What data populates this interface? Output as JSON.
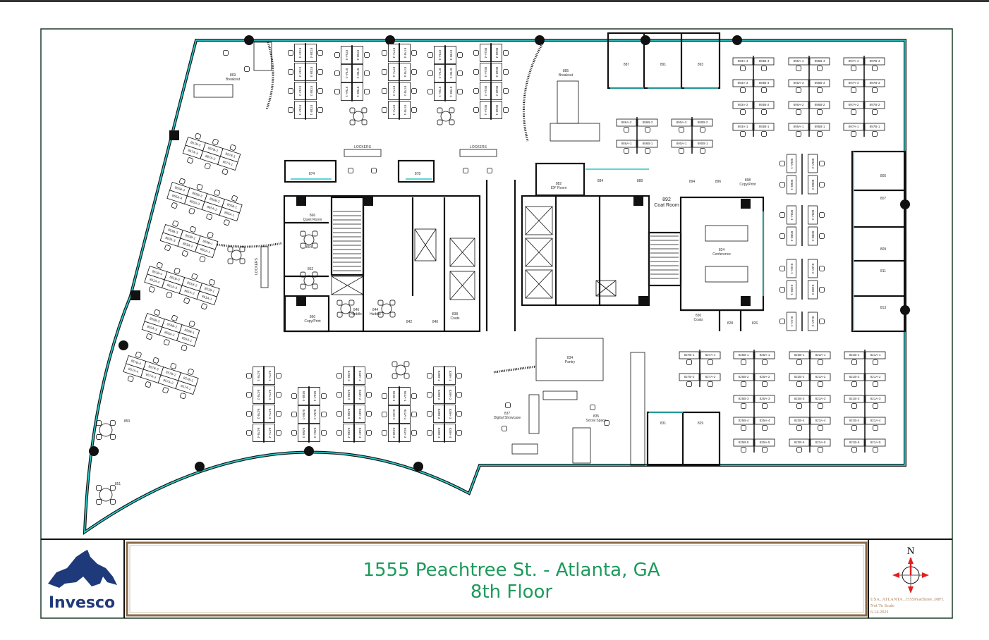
{
  "title_block": {
    "line1": "1555 Peachtree St. - Atlanta, GA",
    "line2": "8th Floor",
    "logo_text": "Invesco",
    "compass_label": "N",
    "drawing_id": "USA_ATLANTA_1555Peachtree_08FL",
    "scale_note": "Not To Scale",
    "date": "6.14.2021"
  },
  "colors": {
    "title_text": "#1e9a5c",
    "glazing": "#2cc6c6",
    "logo": "#1f3a7a",
    "title_border": "#8b6b4a",
    "compass": "#e02020"
  },
  "rooms": [
    {
      "number": "869",
      "name": "Breakout"
    },
    {
      "number": "885",
      "name": "Breakout"
    },
    {
      "number": "887",
      "name": ""
    },
    {
      "number": "891",
      "name": ""
    },
    {
      "number": "893",
      "name": ""
    },
    {
      "number": "874",
      "name": ""
    },
    {
      "number": "878",
      "name": ""
    },
    {
      "number": "882",
      "name": "IDF Room"
    },
    {
      "number": "884",
      "name": ""
    },
    {
      "number": "888",
      "name": ""
    },
    {
      "number": "892",
      "name": "Coat Room"
    },
    {
      "number": "894",
      "name": ""
    },
    {
      "number": "896",
      "name": ""
    },
    {
      "number": "898",
      "name": "Copy/Print"
    },
    {
      "number": "824",
      "name": "Conference"
    },
    {
      "number": "830",
      "name": "Coats"
    },
    {
      "number": "828",
      "name": ""
    },
    {
      "number": "826",
      "name": ""
    },
    {
      "number": "866",
      "name": "Quiet Room"
    },
    {
      "number": "864",
      "name": ""
    },
    {
      "number": "862",
      "name": ""
    },
    {
      "number": "860",
      "name": "Copy/Print"
    },
    {
      "number": "846",
      "name": "Huddle"
    },
    {
      "number": "844",
      "name": "Huddle"
    },
    {
      "number": "842",
      "name": ""
    },
    {
      "number": "840",
      "name": ""
    },
    {
      "number": "838",
      "name": "Coats"
    },
    {
      "number": "834",
      "name": "Pantry"
    },
    {
      "number": "837",
      "name": "Digital Showcase"
    },
    {
      "number": "835",
      "name": "Social Space"
    },
    {
      "number": "831",
      "name": ""
    },
    {
      "number": "829",
      "name": ""
    },
    {
      "number": "805",
      "name": ""
    },
    {
      "number": "807",
      "name": ""
    },
    {
      "number": "809",
      "name": ""
    },
    {
      "number": "811",
      "name": ""
    },
    {
      "number": "813",
      "name": ""
    },
    {
      "number": "853",
      "name": ""
    },
    {
      "number": "851",
      "name": ""
    }
  ],
  "lockers": [
    "LOCKERS",
    "LOCKERS",
    "LOCKERS"
  ],
  "workstation_clusters": [
    {
      "id": "873",
      "left": [
        "873A-4",
        "873A-3",
        "873A-2",
        "873A-1"
      ],
      "right": [
        "873B-4",
        "873B-3",
        "873B-2",
        "873B-1"
      ]
    },
    {
      "id": "875",
      "left": [
        "875A-3",
        "875A-2",
        "875A-1"
      ],
      "right": [
        "875B-3",
        "875B-2",
        "875B-1"
      ]
    },
    {
      "id": "877",
      "left": [
        "877A-4",
        "877A-3",
        "877A-2",
        "877A-1"
      ],
      "right": [
        "877B-4",
        "877B-3",
        "877B-2",
        "877B-1"
      ]
    },
    {
      "id": "879",
      "left": [
        "879A-3",
        "879A-2",
        "879A-1"
      ],
      "right": [
        "879B-3",
        "879B-2",
        "879B-1"
      ]
    },
    {
      "id": "881",
      "left": [
        "881A-4",
        "881A-3",
        "881A-2",
        "881A-1"
      ],
      "right": [
        "881B-4",
        "881B-3",
        "881B-2",
        "881B-1"
      ]
    },
    {
      "id": "847",
      "left": [
        "847B-1",
        "847B-2",
        "847B-3",
        "847B-4"
      ],
      "right": [
        "847A-1",
        "847A-2",
        "847A-3",
        "847A-4"
      ]
    },
    {
      "id": "845",
      "left": [
        "845B-1",
        "845B-2",
        "845B-3"
      ],
      "right": [
        "845A-1",
        "845A-2",
        "845A-3"
      ]
    },
    {
      "id": "843",
      "left": [
        "843B-1",
        "843B-2",
        "843B-3",
        "843B-4"
      ],
      "right": [
        "843A-1",
        "843A-2",
        "843A-3",
        "843A-4"
      ]
    },
    {
      "id": "841",
      "left": [
        "841B-1",
        "841B-2",
        "841B-3"
      ],
      "right": [
        "841A-1",
        "841A-2",
        "841A-3"
      ]
    },
    {
      "id": "839",
      "left": [
        "839B-1",
        "839B-2",
        "839B-3",
        "839B-4"
      ],
      "right": [
        "839A-1",
        "839A-2",
        "839A-3",
        "839A-4"
      ]
    },
    {
      "id": "893",
      "left": [
        "893A-4",
        "893A-3",
        "893A-2",
        "893A-1"
      ],
      "right": [
        "893B-4",
        "893B-3",
        "893B-2",
        "893B-1"
      ]
    },
    {
      "id": "895",
      "left": [
        "895A-4",
        "895A-3",
        "895A-2",
        "895A-1"
      ],
      "right": [
        "895B-4",
        "895B-3",
        "895B-2",
        "895B-1"
      ]
    },
    {
      "id": "897",
      "left": [
        "897A-4",
        "897A-3",
        "897A-2",
        "897A-1"
      ],
      "right": [
        "897B-4",
        "897B-3",
        "897B-2",
        "897B-1"
      ]
    },
    {
      "id": "886",
      "left": [
        "886A-2",
        "886A-1"
      ],
      "right": [
        "886B-2",
        "886B-1"
      ]
    },
    {
      "id": "890",
      "left": [
        "890A-2",
        "890A-1"
      ],
      "right": [
        "890B-2",
        "890B-1"
      ]
    },
    {
      "id": "827",
      "left": [
        "827B-1",
        "827B-2"
      ],
      "right": [
        "827A-1",
        "827A-2"
      ]
    },
    {
      "id": "825",
      "left": [
        "825B-1",
        "825B-2",
        "825B-3",
        "825B-4",
        "825B-5"
      ],
      "right": [
        "825A-1",
        "825A-2",
        "825A-3",
        "825A-4",
        "825A-5"
      ]
    },
    {
      "id": "823",
      "left": [
        "823B-1",
        "823B-2",
        "823B-3",
        "823B-4",
        "823B-5"
      ],
      "right": [
        "823A-1",
        "823A-2",
        "823A-3",
        "823A-4",
        "823A-5"
      ]
    },
    {
      "id": "821",
      "left": [
        "821B-1",
        "821B-2",
        "821B-3",
        "821B-4",
        "821B-5"
      ],
      "right": [
        "821A-1",
        "821A-2",
        "821A-3",
        "821A-4",
        "821A-5"
      ]
    },
    {
      "id": "806",
      "left": [
        "806A-1",
        "806B-1"
      ],
      "right": [
        "806A-2",
        "806B-2"
      ]
    },
    {
      "id": "808",
      "left": [
        "808A-1",
        "808B-1"
      ],
      "right": [
        "808A-2",
        "808B-2"
      ]
    },
    {
      "id": "810",
      "left": [
        "810A-1",
        "810B-1"
      ],
      "right": [
        "810A-2",
        "810B-2"
      ]
    },
    {
      "id": "812",
      "left": [
        "812A-1"
      ],
      "right": [
        "812A-2"
      ]
    },
    {
      "id": "867",
      "left": [
        "867B-3",
        "867B-2",
        "867B-1"
      ],
      "right": [
        "867A-3",
        "867A-2",
        "867A-1"
      ]
    },
    {
      "id": "865",
      "left": [
        "865B-4",
        "865B-3",
        "865B-2",
        "865B-1"
      ],
      "right": [
        "865A-4",
        "865A-3",
        "865A-2",
        "865A-1"
      ]
    },
    {
      "id": "863",
      "left": [
        "863B-3",
        "863B-2",
        "863B-1"
      ],
      "right": [
        "863A-3",
        "863A-2",
        "863A-1"
      ]
    },
    {
      "id": "861",
      "left": [
        "861B-4",
        "861B-3",
        "861B-2",
        "861B-1"
      ],
      "right": [
        "861A-4",
        "861A-3",
        "861A-2",
        "861A-1"
      ]
    },
    {
      "id": "859",
      "left": [
        "859B-3",
        "859B-2",
        "859B-1"
      ],
      "right": [
        "859A-3",
        "859A-2",
        "859A-1"
      ]
    },
    {
      "id": "857",
      "left": [
        "857B-4",
        "857B-3",
        "857B-2",
        "857B-1"
      ],
      "right": [
        "857A-4",
        "857A-3",
        "857A-2",
        "857A-1"
      ]
    }
  ]
}
